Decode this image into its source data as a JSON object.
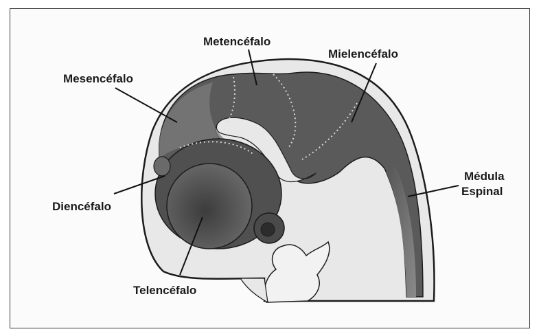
{
  "diagram": {
    "labels": {
      "metencefalo": "Metencéfalo",
      "mielencefalo": "Mielencéfalo",
      "mesencefalo": "Mesencéfalo",
      "diencefalo": "Diencéfalo",
      "medula_line1": "Médula",
      "medula_line2": "Espinal",
      "telencefalo": "Telencéfalo"
    },
    "colors": {
      "tissue_dark": "#5a5a5a",
      "tissue_mid": "#7a7a7a",
      "embryo_light": "#e6e6e6",
      "outline": "#1c1c1c",
      "background": "#fbfbfb"
    }
  }
}
